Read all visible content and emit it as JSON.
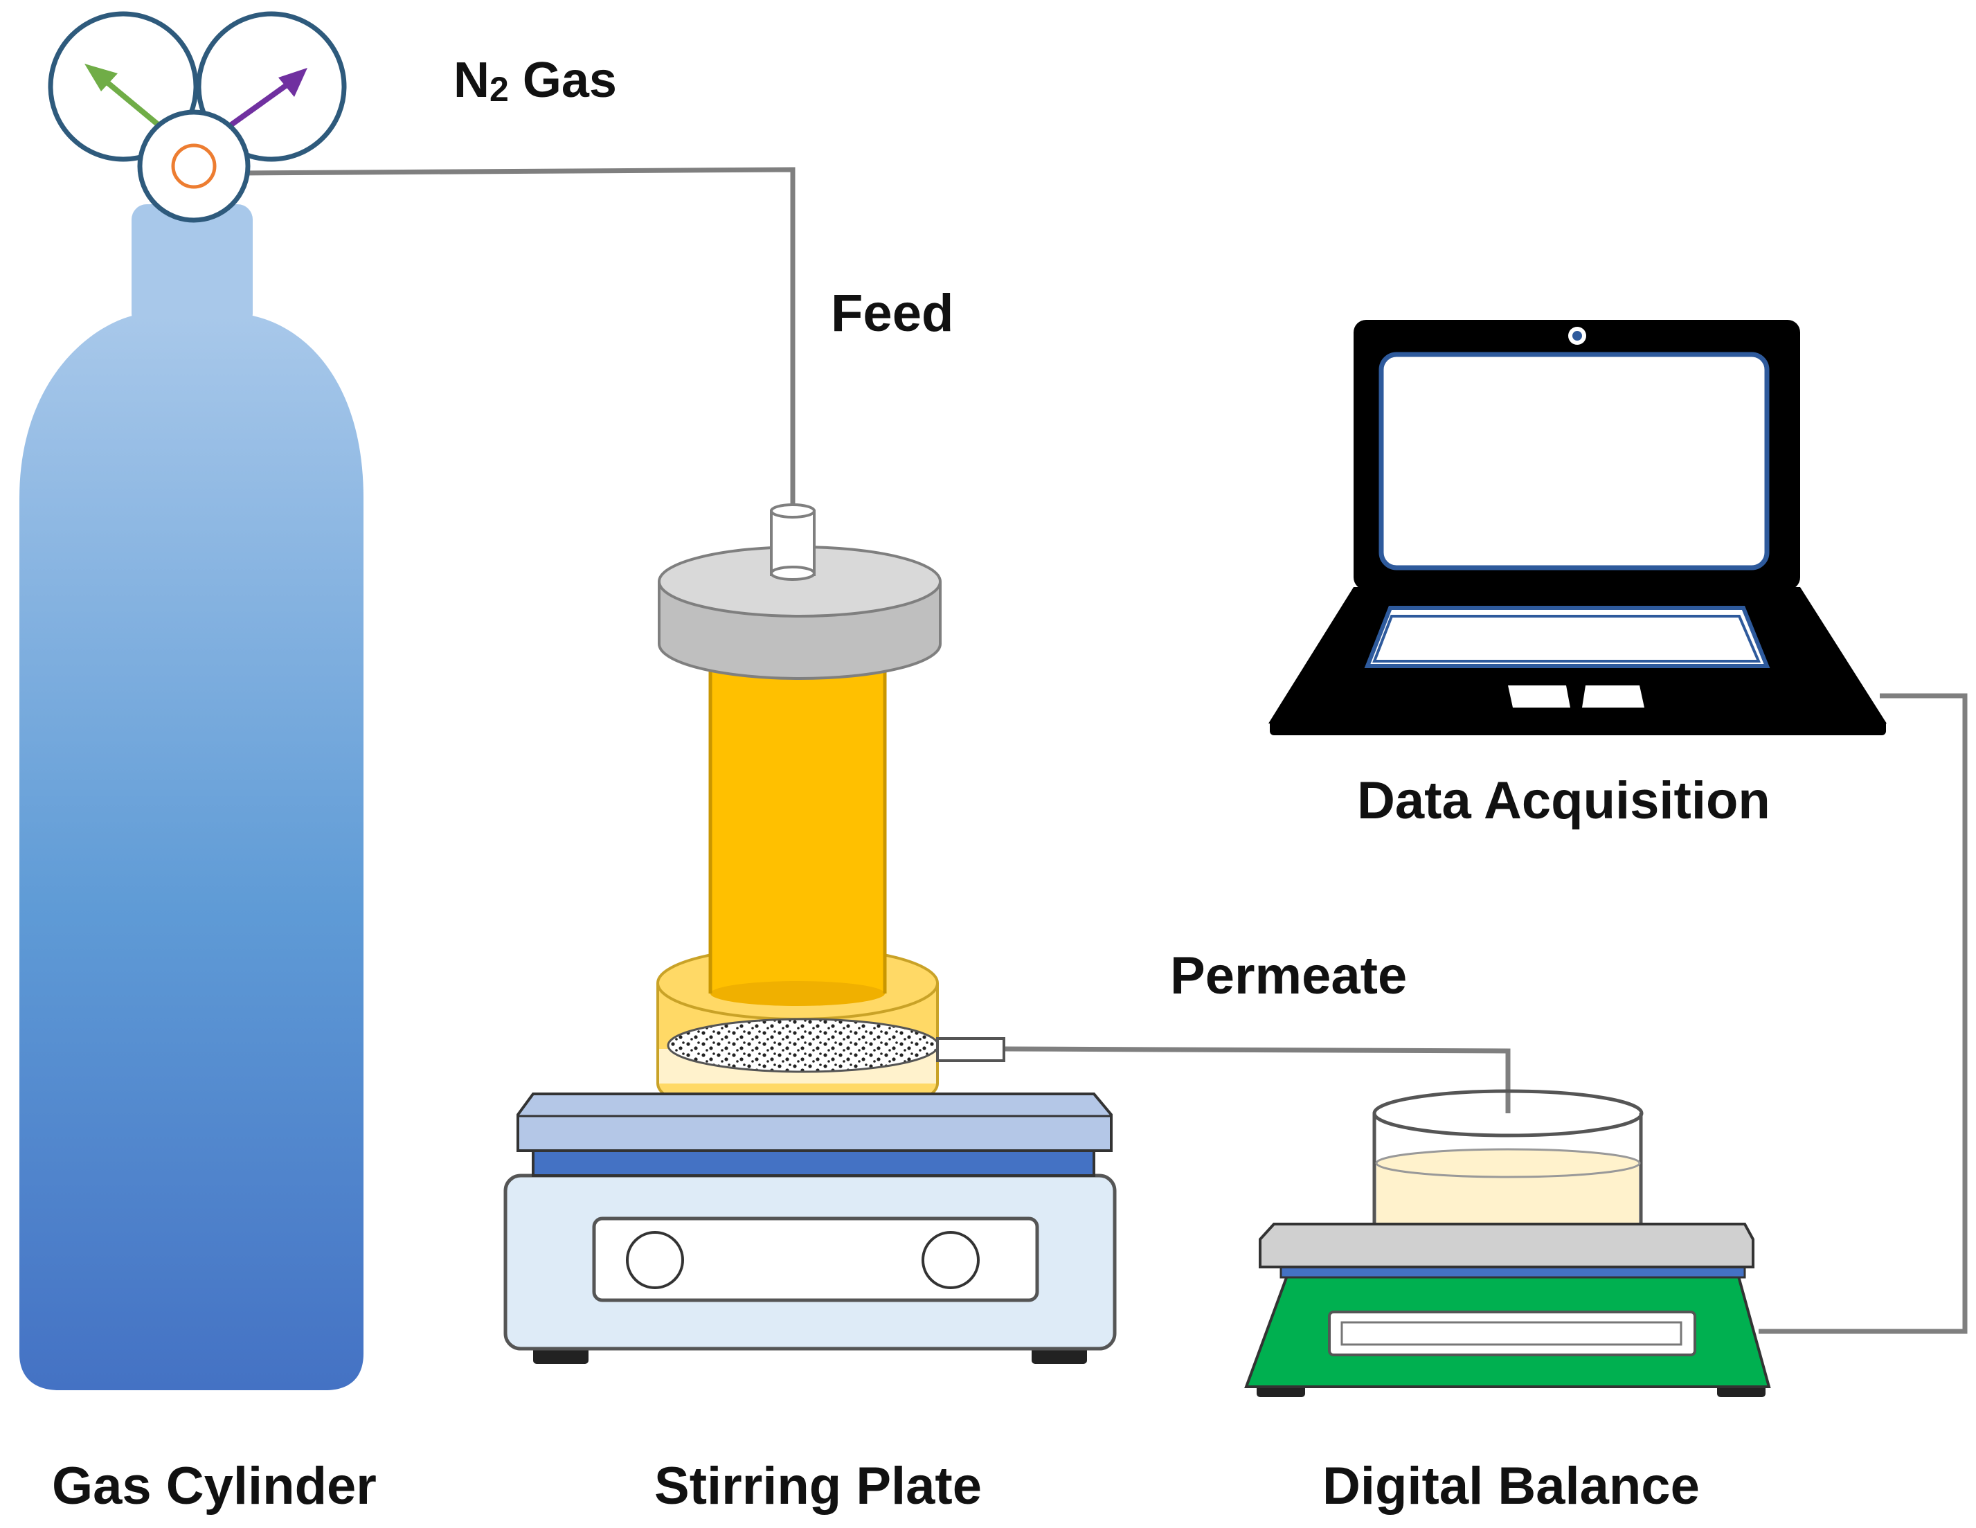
{
  "labels": {
    "gas_name": "N",
    "gas_subscript": "2",
    "gas_suffix": " Gas",
    "feed": "Feed",
    "data_acquisition": "Data Acquisition",
    "permeate": "Permeate",
    "gas_cylinder": "Gas Cylinder",
    "stirring_plate": "Stirring Plate",
    "digital_balance": "Digital Balance"
  },
  "colors": {
    "cylinder_top": "#a8c8ea",
    "cylinder_bottom": "#4472c4",
    "regulator_ring": "#2e5a7c",
    "gauge_left_arrow": "#70ad47",
    "gauge_right_arrow": "#7030a0",
    "regulator_core": "#ed7d31",
    "tubing": "#7f7f7f",
    "cell_body": "#ffc000",
    "cell_base": "#ffd966",
    "cell_base_light": "#fff2cc",
    "cap": "#bfbfbf",
    "plate_top": "#b4c7e7",
    "plate_body": "#deebf7",
    "balance_body": "#00b050",
    "balance_top": "#bfbfbf",
    "liquid": "#fff2cc",
    "laptop_frame": "#000000",
    "laptop_accent": "#2e5a9c"
  },
  "icons": [
    "gas-cylinder-icon",
    "pressure-gauge-icon",
    "membrane-cell-icon",
    "stirring-plate-icon",
    "beaker-icon",
    "digital-balance-icon",
    "laptop-icon"
  ]
}
